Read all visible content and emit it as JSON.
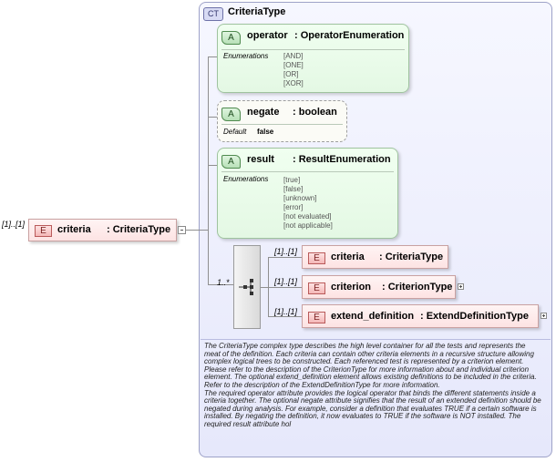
{
  "root": {
    "cardinality": "[1]..[1]",
    "badge": "E",
    "name": "criteria",
    "type": ": CriteriaType"
  },
  "complex_type": {
    "badge": "CT",
    "title": "CriteriaType"
  },
  "attributes": [
    {
      "badge": "A",
      "name": "operator",
      "type": ": OperatorEnumeration",
      "section_label": "Enumerations",
      "values": [
        "[AND]",
        "[ONE]",
        "[OR]",
        "[XOR]"
      ]
    },
    {
      "badge": "A",
      "name": "negate",
      "type": ": boolean",
      "section_label": "Default",
      "default": "false"
    },
    {
      "badge": "A",
      "name": "result",
      "type": ": ResultEnumeration",
      "section_label": "Enumerations",
      "values": [
        "[true]",
        "[false]",
        "[unknown]",
        "[error]",
        "[not evaluated]",
        "[not applicable]"
      ]
    }
  ],
  "sequence": {
    "cardinality": "1..*"
  },
  "children": [
    {
      "cardinality": "[1]..[1]",
      "badge": "E",
      "name": "criteria",
      "type": ": CriteriaType",
      "expandable": false
    },
    {
      "cardinality": "[1]..[1]",
      "badge": "E",
      "name": "criterion",
      "type": ": CriterionType",
      "expandable": true
    },
    {
      "cardinality": "[1]..[1]",
      "badge": "E",
      "name": "extend_definition",
      "type": ": ExtendDefinitionType",
      "expandable": true
    }
  ],
  "documentation": "The CriteriaType complex type describes the high level container for all the tests and represents the meat of the definition. Each criteria can contain other criteria elements in a recursive structure allowing complex logical trees to be constructed. Each referenced test is represented by a criterion element. Please refer to the description of the CriterionType for more information about and individual criterion element. The optional extend_definition element allows existing definitions to be included in the criteria. Refer to the description of the ExtendDefinitionType for more information.\nThe required operator attribute provides the logical operator that binds the different statements inside a criteria together. The optional negate attribute signifies that the result of an extended definition should be negated during analysis. For example, consider a definition that evaluates TRUE if a certain software is installed. By negating the definition, it now evaluates to TRUE if the software is NOT installed. The required result attribute hol"
}
